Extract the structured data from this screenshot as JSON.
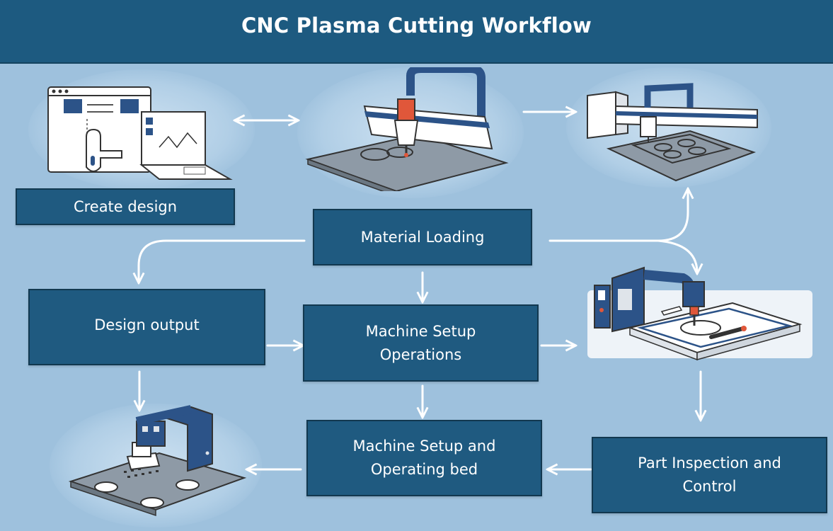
{
  "title": "CNC Plasma Cutting Workflow",
  "colors": {
    "header": "#1d5a80",
    "box_fill": "#1f5a80",
    "background": "#9ec1dd",
    "arrow": "#ffffff",
    "machine_blue": "#2c5388",
    "torch_orange": "#e0573a"
  },
  "steps": {
    "create_design": "Create design",
    "material_loading": "Material Loading",
    "design_output": "Design output",
    "machine_setup_operations": [
      "Machine Setup",
      "Operations"
    ],
    "machine_setup_bed": [
      "Machine Setup and",
      "Operating bed"
    ],
    "part_inspection": [
      "Part Inspection and",
      "Control"
    ]
  }
}
